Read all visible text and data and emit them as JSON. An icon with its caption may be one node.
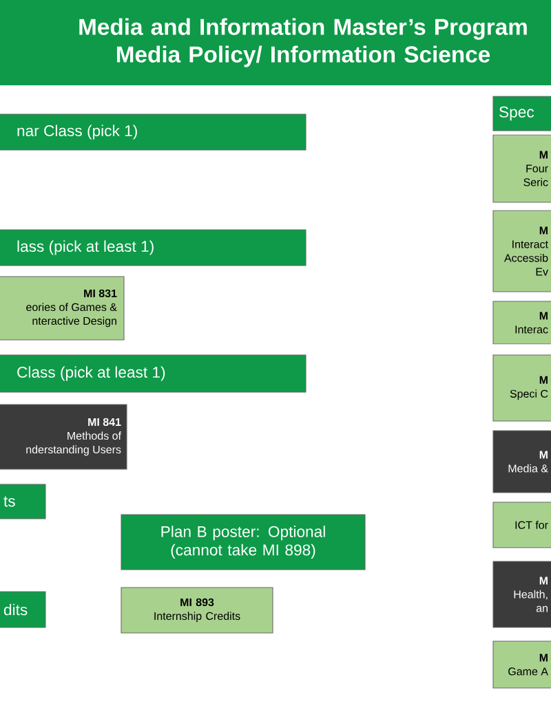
{
  "diagram": {
    "title": "Media and Information Master’s Program Media Policy/ Information Science",
    "nodes": [
      {
        "text": [
          "nar Class (pick 1)"
        ]
      },
      {
        "text": [
          "lass (pick at least 1)"
        ]
      },
      {
        "text": [
          "MI 831",
          "eories of Games & nteractive Design"
        ]
      },
      {
        "text": [
          "Class (pick at least 1)"
        ]
      },
      {
        "text": [
          "MI 841",
          "Methods of nderstanding Users"
        ]
      },
      {
        "text": [
          "ts"
        ]
      },
      {
        "text": [
          "Plan B poster: Optional (cannot take MI 898)"
        ]
      },
      {
        "text": [
          "dits"
        ]
      },
      {
        "text": [
          "MI 893",
          "Internship Credits"
        ]
      },
      {
        "text": [
          "Spec"
        ]
      },
      {
        "text": [
          "M",
          "Four Seric"
        ]
      },
      {
        "text": [
          "M",
          "Interact Accessib Ev"
        ]
      },
      {
        "text": [
          "M",
          "Interac"
        ]
      },
      {
        "text": [
          "M",
          "Speci C"
        ]
      },
      {
        "text": [
          "M",
          "Media &"
        ]
      },
      {
        "text": [
          "ICT for"
        ]
      },
      {
        "text": [
          "M",
          "Health, an"
        ]
      },
      {
        "text": [
          "M",
          "Game A"
        ]
      }
    ]
  }
}
